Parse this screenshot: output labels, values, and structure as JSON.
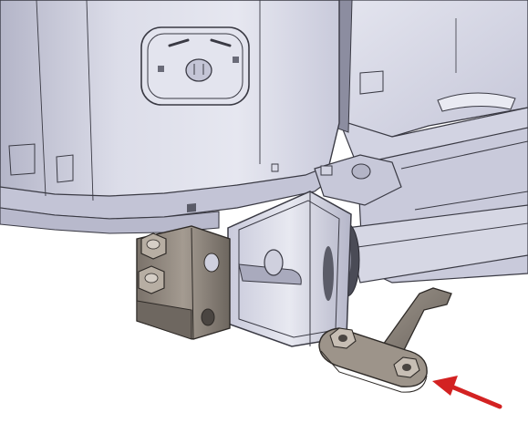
{
  "diagram": {
    "colors": {
      "background": "#ffffff",
      "housing_light": "#dfe0ec",
      "housing_mid": "#c9cadb",
      "housing_dark": "#a9aabd",
      "outline": "#3a3a44",
      "bracket_metal": "#8e857c",
      "bracket_dark": "#5e5851",
      "bracket_light": "#b3aaa0",
      "arrow": "#d32222"
    },
    "parts": [
      {
        "name": "housing-body",
        "icon": "machine-housing"
      },
      {
        "name": "access-cover-plate",
        "icon": "cover-plate"
      },
      {
        "name": "mounting-tube",
        "icon": "square-tube"
      },
      {
        "name": "left-bracket-with-bolts",
        "icon": "bracket"
      },
      {
        "name": "spring-clip-plate",
        "icon": "clip-plate"
      },
      {
        "name": "indicator-arrow",
        "icon": "arrow-icon"
      }
    ]
  }
}
